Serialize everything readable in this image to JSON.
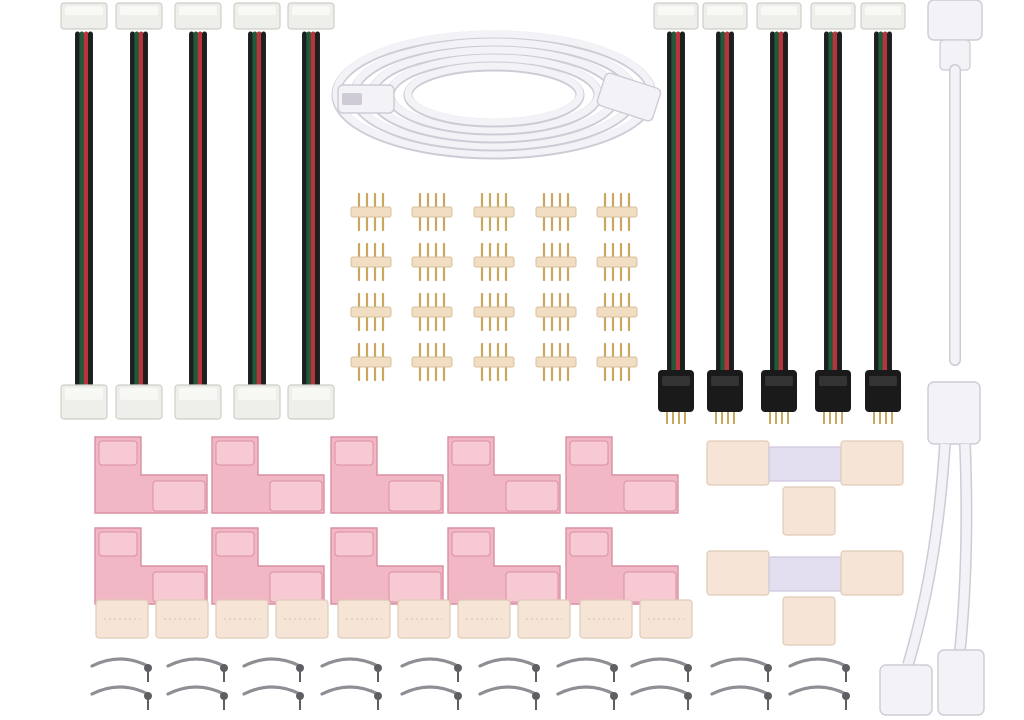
{
  "scene": {
    "kind": "product-photo",
    "background": "#ffffff",
    "colors": {
      "clip_white": "#eeeeea",
      "clip_shadow": "#cfcfc8",
      "wire_black": "#1c1f1f",
      "wire_green": "#1f5a3a",
      "wire_red": "#b8343c",
      "cable_white": "#f3f2f6",
      "cable_shadow": "#cfcbd6",
      "pin_gold": "#c9a75e",
      "pin_base": "#f0ddc2",
      "connector_black": "#1a1a1a",
      "pink": "#f2b7c4",
      "pink_dark": "#d98fa2",
      "cream": "#f6e4d6",
      "lavender": "#e4dff0",
      "metal": "#8d8f94"
    }
  },
  "groups": {
    "clip_to_clip_jumpers": 5,
    "extension_cable_coils": 1,
    "four_pin_male_pin_connectors": 20,
    "clip_to_male_pin_jumpers": 5,
    "y_splitter_cables": 1,
    "l_shape_corner_connectors": 10,
    "t_shape_connectors": 2,
    "gapless_straight_connectors": 10,
    "mounting_clips_with_screws": 20
  }
}
